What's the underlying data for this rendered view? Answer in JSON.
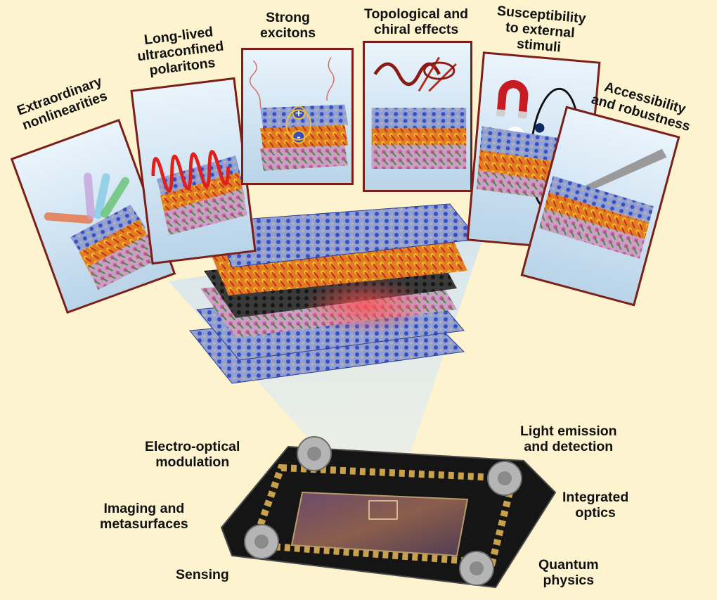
{
  "properties": [
    {
      "lines": [
        "Extraordinary",
        "nonlinearities"
      ]
    },
    {
      "lines": [
        "Long-lived",
        "ultraconfined",
        "polaritons"
      ]
    },
    {
      "lines": [
        "Strong",
        "excitons"
      ]
    },
    {
      "lines": [
        "Topological and",
        "chiral effects"
      ]
    },
    {
      "lines": [
        "Susceptibility",
        "to external",
        "stimuli"
      ]
    },
    {
      "lines": [
        "Accessibility",
        "and robustness"
      ]
    }
  ],
  "applications": [
    {
      "lines": [
        "Electro-optical",
        "modulation"
      ]
    },
    {
      "lines": [
        "Imaging and",
        "metasurfaces"
      ]
    },
    {
      "lines": [
        "Sensing"
      ]
    },
    {
      "lines": [
        "Light emission",
        "and detection"
      ]
    },
    {
      "lines": [
        "Integrated",
        "optics"
      ]
    },
    {
      "lines": [
        "Quantum",
        "physics"
      ]
    }
  ],
  "colors": {
    "background": "#fdf3cf",
    "panel_border": "#7b1f1a",
    "atom_blue": "#3b4fb8",
    "atom_gold": "#e0a21c",
    "atom_red": "#d6341f",
    "atom_black": "#1c1c1c",
    "atom_pink": "#d2579a",
    "atom_green": "#3c8a3c",
    "chip_board": "#151515",
    "chip_gold": "#c9a04c"
  }
}
